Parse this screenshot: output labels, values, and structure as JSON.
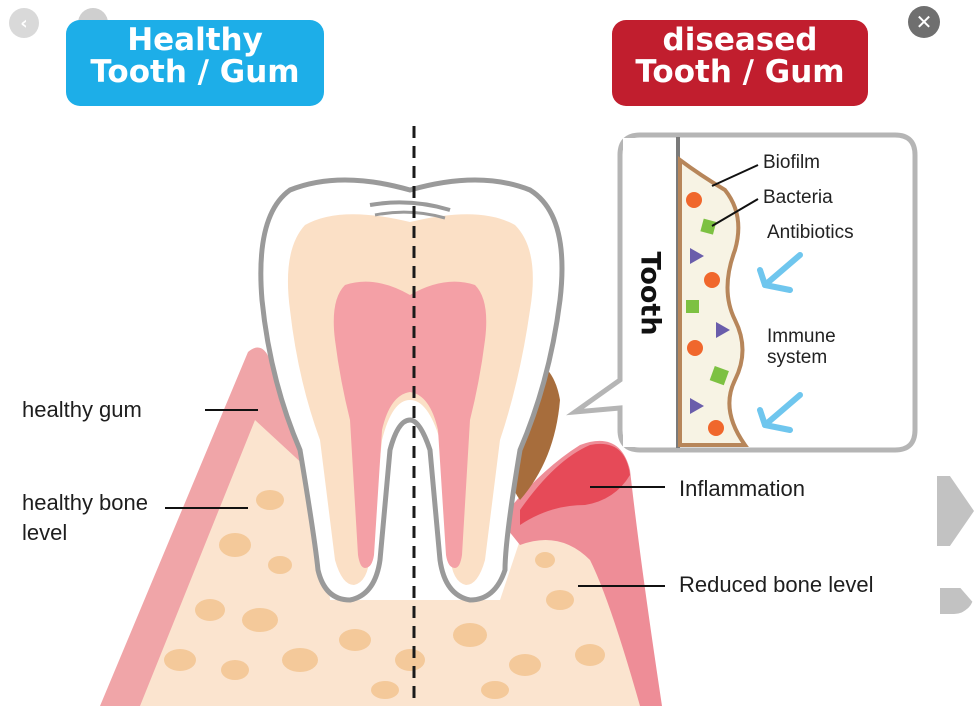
{
  "titles": {
    "healthy_line1": "Healthy",
    "healthy_line2": "Tooth / Gum",
    "diseased_line1": "diseased",
    "diseased_line2": "Tooth / Gum"
  },
  "labels": {
    "healthy_gum": "healthy gum",
    "healthy_bone_level": "healthy bone level",
    "inflammation": "Inflammation",
    "reduced_bone_level": "Reduced bone level"
  },
  "inset": {
    "tooth": "Tooth",
    "biofilm": "Biofilm",
    "bacteria": "Bacteria",
    "antibiotics": "Antibiotics",
    "immune_system": "Immune system"
  },
  "controls": {
    "prev_icon": "chevron-left-icon",
    "next_icon": "chevron-right-icon",
    "close_icon": "close-icon",
    "prev_glyph": "‹",
    "next_glyph": "›",
    "close_glyph": "✕"
  },
  "colors": {
    "healthy_title_bg": "#1daee8",
    "diseased_title_bg": "#c11e2e",
    "gum": "#f0a5a8",
    "bone": "#fbe4cf",
    "bone_spots": "#f4c99a",
    "pulp": "#f4a0a6",
    "dentin": "#fbe0c6",
    "enamel": "#ffffff",
    "tartar": "#a76d3c",
    "inflamed_gum": "#e43e4c",
    "antibiotic_arrow": "#6fc6ee"
  }
}
